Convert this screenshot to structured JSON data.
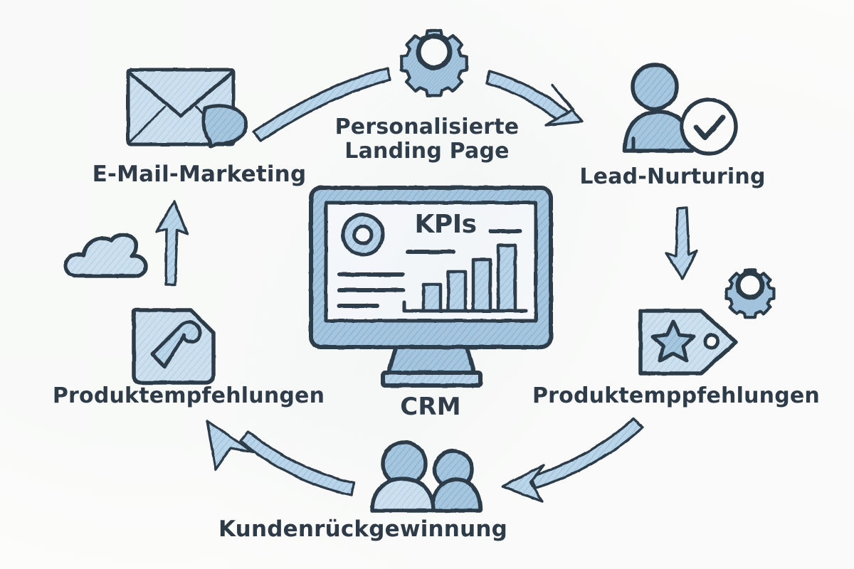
{
  "diagram": {
    "title": "CRM Marketing Cycle",
    "background_color": "#fdfdfb",
    "ink_color": "#2c3844",
    "fill_color": "#9cc2dd",
    "fill_color_light": "#c4dbec",
    "style": "hand-drawn pencil sketch"
  },
  "center": {
    "label": "CRM",
    "icon": "monitor-dashboard-icon",
    "screen": {
      "heading": "KPIs",
      "donut_icon": "donut-chart-icon",
      "text_lines": 3,
      "dash_marks": 2,
      "bar_chart": {
        "bars": 4,
        "values": [
          28,
          52,
          70,
          92
        ]
      }
    },
    "stand_icon": "monitor-stand"
  },
  "nodes": [
    {
      "id": "email-marketing",
      "label": "E-Mail-Marketing",
      "icon": "envelope-chat-icon",
      "position": "top-left"
    },
    {
      "id": "personalisierte-landing-page",
      "label": "Personalisierte\nLanding Page",
      "icon": "gear-icon",
      "position": "top-center"
    },
    {
      "id": "lead-nurturing",
      "label": "Lead-Nurturing",
      "icon": "user-check-icon",
      "position": "top-right"
    },
    {
      "id": "produktemppfehlungen-right",
      "label": "Produktemppfehlungen",
      "icon": "price-tag-star-icon",
      "secondary_icon": "gear-icon",
      "position": "right"
    },
    {
      "id": "kundenrueckgewinnung",
      "label": "Kundenrückgewinnung",
      "icon": "users-group-icon",
      "position": "bottom-center"
    },
    {
      "id": "produktempfehlungen-left",
      "label": "Produktempfehlungen",
      "icon": "tag-square-icon",
      "secondary_icon": "cloud-icon",
      "position": "left"
    }
  ],
  "arrows": [
    {
      "id": "arrow-email-to-landing",
      "from": "email-marketing",
      "to": "personalisierte-landing-page",
      "shape": "curved-arc",
      "direction": "right"
    },
    {
      "id": "arrow-landing-to-lead",
      "from": "personalisierte-landing-page",
      "to": "lead-nurturing",
      "shape": "curved-arc",
      "direction": "right-down"
    },
    {
      "id": "arrow-lead-to-produkt",
      "from": "lead-nurturing",
      "to": "produktemppfehlungen-right",
      "shape": "straight",
      "direction": "down"
    },
    {
      "id": "arrow-produkt-to-kunden",
      "from": "produktemppfehlungen-right",
      "to": "kundenrueckgewinnung",
      "shape": "curved-arc",
      "direction": "left-down"
    },
    {
      "id": "arrow-kunden-to-produkt-left",
      "from": "kundenrueckgewinnung",
      "to": "produktempfehlungen-left",
      "shape": "curved-arc",
      "direction": "left-up"
    },
    {
      "id": "arrow-produkt-left-to-email",
      "from": "produktempfehlungen-left",
      "to": "email-marketing",
      "shape": "straight",
      "direction": "up"
    }
  ],
  "labels": {
    "email_marketing": "E-Mail-Marketing",
    "landing_page": "Personalisierte\nLanding Page",
    "lead_nurturing": "Lead-Nurturing",
    "produkt_right": "Produktemppfehlungen",
    "kundenrueckgewinnung": "Kundenrückgewinnung",
    "produkt_left": "Produktempfehlungen",
    "crm": "CRM",
    "kpis": "KPIs"
  }
}
